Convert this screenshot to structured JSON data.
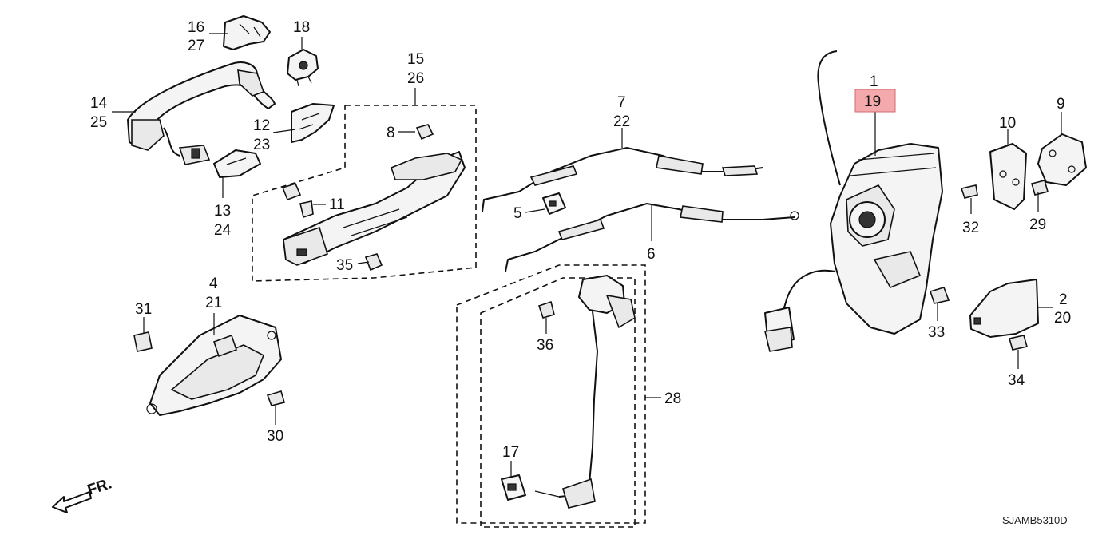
{
  "callouts": {
    "c16": "16",
    "c27": "27",
    "c18": "18",
    "c15": "15",
    "c26": "26",
    "c14": "14",
    "c25": "25",
    "c12": "12",
    "c23": "23",
    "c8": "8",
    "c11": "11",
    "c13": "13",
    "c24": "24",
    "c35": "35",
    "c7": "7",
    "c22": "22",
    "c5": "5",
    "c6": "6",
    "c1": "1",
    "c19": "19",
    "c10": "10",
    "c9": "9",
    "c32": "32",
    "c29": "29",
    "c4": "4",
    "c21": "21",
    "c31": "31",
    "c30": "30",
    "c36": "36",
    "c28": "28",
    "c17": "17",
    "c2": "2",
    "c20": "20",
    "c33": "33",
    "c34": "34"
  },
  "front_arrow_label": "FR.",
  "diagram_code": "SJAMB5310D",
  "highlight_color": "#f4a9ad"
}
